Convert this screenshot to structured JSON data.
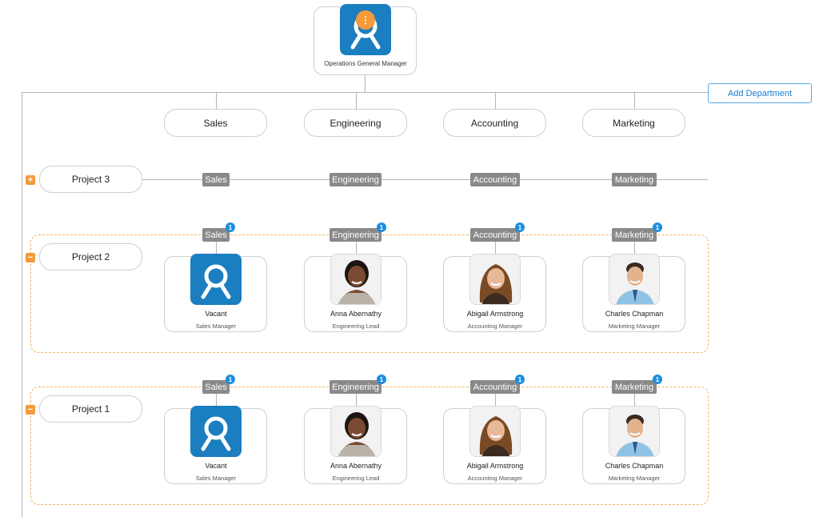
{
  "root": {
    "title": "Operations General Manager",
    "menu_glyph": "⋮"
  },
  "add_department_label": "Add Department",
  "departments": [
    "Sales",
    "Engineering",
    "Accounting",
    "Marketing"
  ],
  "projects": [
    {
      "name": "Project 3",
      "toggle": "+",
      "expanded": false,
      "tags": [
        "Sales",
        "Engineering",
        "Accounting",
        "Marketing"
      ]
    },
    {
      "name": "Project 2",
      "toggle": "−",
      "expanded": true,
      "tags": [
        "Sales",
        "Engineering",
        "Accounting",
        "Marketing"
      ],
      "badges": [
        "1",
        "1",
        "1",
        "1"
      ],
      "cards": [
        {
          "name": "Vacant",
          "role": "Sales Manager",
          "type": "vacant"
        },
        {
          "name": "Anna Abernathy",
          "role": "Engineering Lead",
          "type": "person-woman-1"
        },
        {
          "name": "Abigail Armstrong",
          "role": "Accounting Manager",
          "type": "person-woman-2"
        },
        {
          "name": "Charles Chapman",
          "role": "Marketing Manager",
          "type": "person-man"
        }
      ]
    },
    {
      "name": "Project 1",
      "toggle": "−",
      "expanded": true,
      "tags": [
        "Sales",
        "Engineering",
        "Accounting",
        "Marketing"
      ],
      "badges": [
        "1",
        "1",
        "1",
        "1"
      ],
      "cards": [
        {
          "name": "Vacant",
          "role": "Sales Manager",
          "type": "vacant"
        },
        {
          "name": "Anna Abernathy",
          "role": "Engineering Lead",
          "type": "person-woman-1"
        },
        {
          "name": "Abigail Armstrong",
          "role": "Accounting Manager",
          "type": "person-woman-2"
        },
        {
          "name": "Charles Chapman",
          "role": "Marketing Manager",
          "type": "person-man"
        }
      ]
    }
  ],
  "colors": {
    "accent_orange": "#f39a3a",
    "vacant_blue": "#1a7ec0",
    "badge_blue": "#1a8fe0",
    "tag_gray": "#8a8a8a"
  }
}
